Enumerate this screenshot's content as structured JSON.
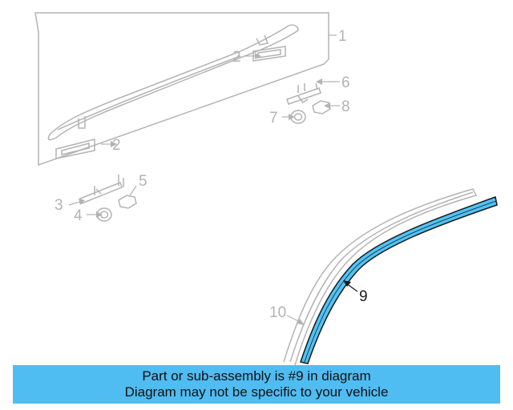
{
  "callouts": {
    "c1": "1",
    "c2a": "2",
    "c2b": "2",
    "c3": "3",
    "c4": "4",
    "c5": "5",
    "c6": "6",
    "c7": "7",
    "c8": "8",
    "c9": "9",
    "c10": "10"
  },
  "banner": {
    "line1": "Part or sub-assembly is #9 in diagram",
    "line2": "Diagram may not be specific to your vehicle"
  },
  "colors": {
    "highlight_part": "#4fc3f7",
    "banner_bg": "#4fbcf2",
    "faded_lines": "#b3b3b3"
  }
}
